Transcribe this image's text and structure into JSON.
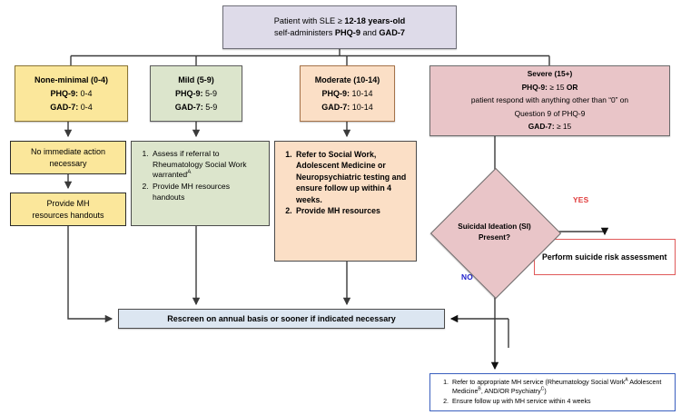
{
  "title": "SLE Adolescent Depression/Anxiety Screening Algorithm",
  "colors": {
    "header_fill": "#dedbe9",
    "none_fill": "#fbe79b",
    "mild_fill": "#dce5cc",
    "moderate_fill": "#fbdfc6",
    "severe_fill": "#e9c5c8",
    "rescreen_fill": "#dce6f1",
    "yes_label": "#e03a3a",
    "no_label": "#2222cc",
    "suicide_border": "#e05a5a",
    "referral_border": "#3a5fbf"
  },
  "header": {
    "line1_pre": "Patient with SLE ≥ ",
    "line1_bold": "12-18 years-old",
    "line2_pre": "self-administers ",
    "line2_bold1": "PHQ-9",
    "line2_mid": " and ",
    "line2_bold2": "GAD-7"
  },
  "categories": {
    "none": {
      "title": "None-minimal (0-4)",
      "phq_label": "PHQ-9:",
      "phq_value": " 0-4",
      "gad_label": "GAD-7:",
      "gad_value": " 0-4"
    },
    "mild": {
      "title": "Mild (5-9)",
      "phq_label": "PHQ-9:",
      "phq_value": " 5-9",
      "gad_label": "GAD-7:",
      "gad_value": " 5-9"
    },
    "moderate": {
      "title": "Moderate (10-14)",
      "phq_label": "PHQ-9:",
      "phq_value": " 10-14",
      "gad_label": "GAD-7:",
      "gad_value": " 10-14"
    },
    "severe": {
      "title": "Severe (15+)",
      "phq_label": "PHQ-9:",
      "phq_value": " ≥ 15 ",
      "phq_or": "OR",
      "detail_line1": "patient respond with anything other than “0” on",
      "detail_line2": "Question 9 of PHQ-9",
      "gad_label": "GAD-7:",
      "gad_value": " ≥ 15"
    }
  },
  "actions": {
    "none_immediate": {
      "line1": "No immediate action",
      "line2": "necessary"
    },
    "provide_handouts": {
      "line1": "Provide MH",
      "line2": "resources handouts"
    },
    "mild_items": [
      "Assess if referral to Rheumatology Social Work warranted",
      "Provide MH resources handouts"
    ],
    "mild_item1_sup": "A",
    "moderate_items": [
      "Refer to Social Work, Adolescent Medicine or Neuropsychiatric testing and ensure follow up within 4 weeks.",
      "Provide MH resources"
    ]
  },
  "decision": {
    "line1": "Suicidal Ideation (SI)",
    "line2": "Present?",
    "yes_label": "YES",
    "no_label": "NO"
  },
  "suicide_assessment": {
    "text": "Perform suicide risk assessment"
  },
  "rescreen": {
    "text": "Rescreen on annual basis or sooner if indicated necessary"
  },
  "mh_referral": {
    "item1_a": "Refer to appropriate MH service (Rheumatology Social Work",
    "item1_sup1": "A",
    "item1_b": " Adolescent Medicine",
    "item1_sup2": "B",
    "item1_c": ", AND/OR Psychiatry",
    "item1_sup3": "C",
    "item1_d": ")",
    "item2": "Ensure follow up with MH service within 4 weeks"
  }
}
